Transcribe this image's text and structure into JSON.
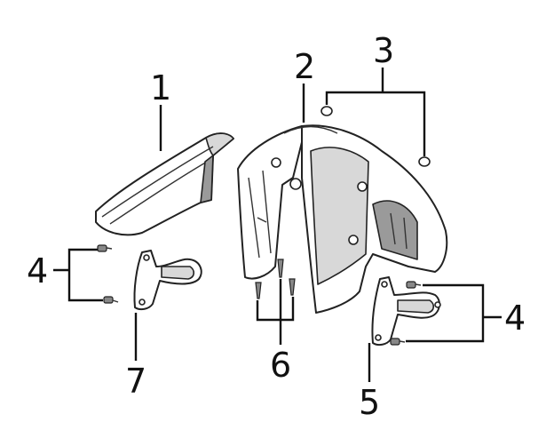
{
  "callouts": {
    "c1": "1",
    "c2": "2",
    "c3": "3",
    "c4_left": "4",
    "c4_right": "4",
    "c5": "5",
    "c6": "6",
    "c7": "7"
  },
  "parts": [
    {
      "callout": "1",
      "part": "front-fender-upper-cover-icon"
    },
    {
      "callout": "2",
      "part": "front-fender-icon"
    },
    {
      "callout": "3",
      "part": "washer-icon"
    },
    {
      "callout": "4",
      "part": "bolt-icon"
    },
    {
      "callout": "5",
      "part": "right-fender-stay-bracket-icon"
    },
    {
      "callout": "6",
      "part": "tapping-screw-icon"
    },
    {
      "callout": "7",
      "part": "left-fender-stay-bracket-icon"
    }
  ],
  "colors": {
    "line": "#111111",
    "background": "#ffffff",
    "shade": "#9a9a9a"
  }
}
